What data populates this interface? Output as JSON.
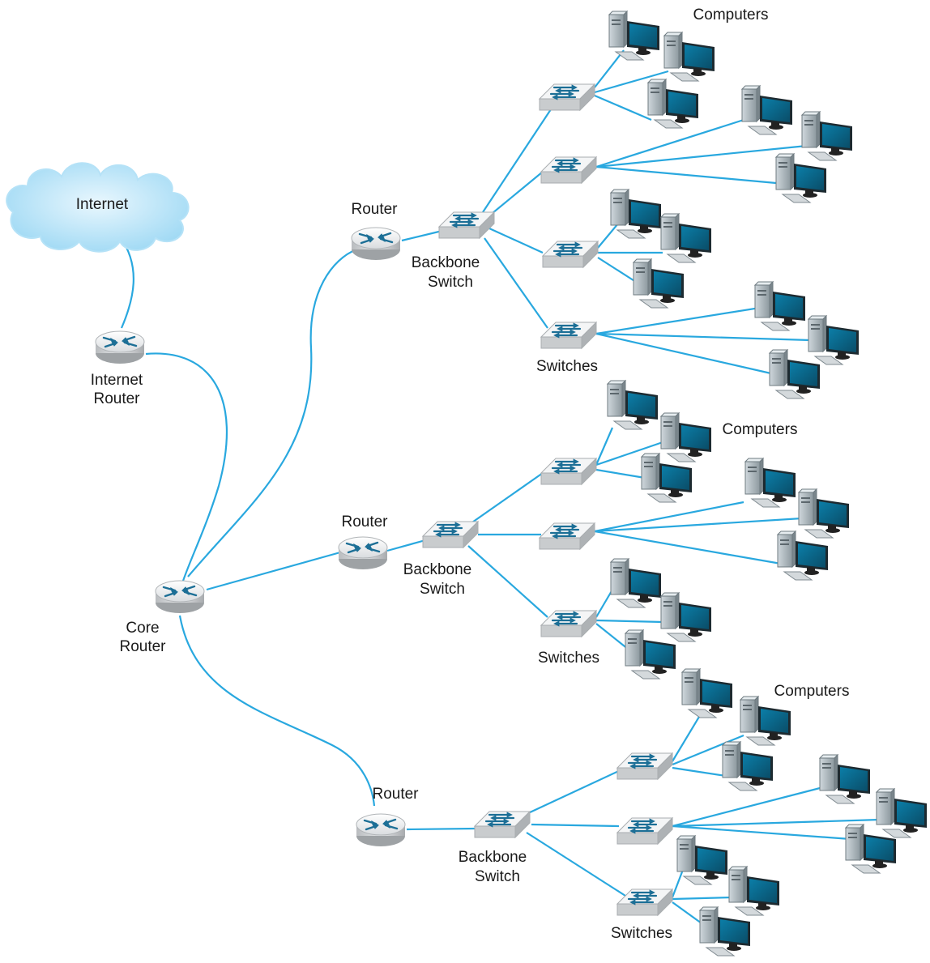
{
  "labels": {
    "internet": "Internet",
    "internet_router_1": "Internet",
    "internet_router_2": "Router",
    "core_router_1": "Core",
    "core_router_2": "Router",
    "router": "Router",
    "backbone_1": "Backbone",
    "backbone_2": "Switch",
    "switches": "Switches",
    "computers": "Computers"
  },
  "colors": {
    "link": "#29a8df",
    "cloud": "#c9ebfb",
    "device_accent": "#1c6f96",
    "monitor_screen": "#0f6a8c"
  },
  "icons": [
    "cloud-icon",
    "router-icon",
    "switch-icon",
    "computer-icon"
  ]
}
